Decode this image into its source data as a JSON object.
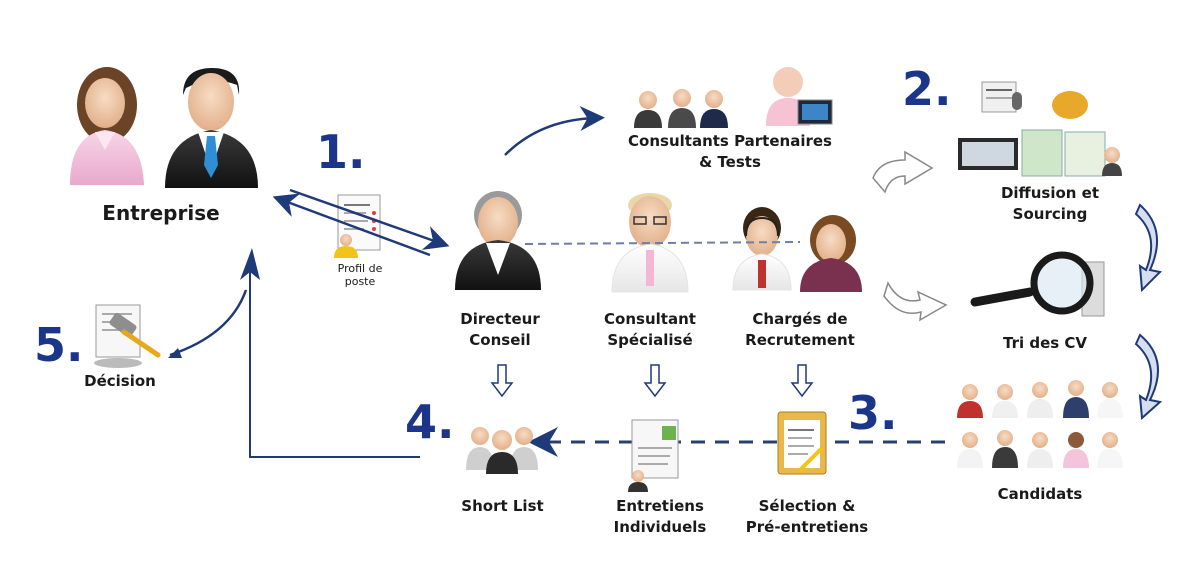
{
  "labels": {
    "entreprise": "Entreprise",
    "profil_line1": "Profil de",
    "profil_line2": "poste",
    "consultants_line1": "Consultants Partenaires",
    "consultants_line2": "& Tests",
    "diffusion_line1": "Diffusion et",
    "diffusion_line2": "Sourcing",
    "directeur_line1": "Directeur",
    "directeur_line2": "Conseil",
    "consultant_line1": "Consultant",
    "consultant_line2": "Spécialisé",
    "charges_line1": "Chargés de",
    "charges_line2": "Recrutement",
    "tri": "Tri des CV",
    "decision": "Décision",
    "shortlist": "Short List",
    "entretiens_line1": "Entretiens",
    "entretiens_line2": "Individuels",
    "selection_line1": "Sélection &",
    "selection_line2": "Pré-entretiens",
    "candidats": "Candidats"
  },
  "steps": {
    "s1": "1.",
    "s2": "2.",
    "s3": "3.",
    "s4": "4.",
    "s5": "5."
  },
  "colors": {
    "step_number": "#1a3589",
    "arrow_blue": "#1f3a78",
    "arrow_dashed": "#2b3f6e",
    "suit_dark": "#2a2a2a",
    "skin": "#f0c9a8",
    "pink": "#f2c4dc"
  }
}
